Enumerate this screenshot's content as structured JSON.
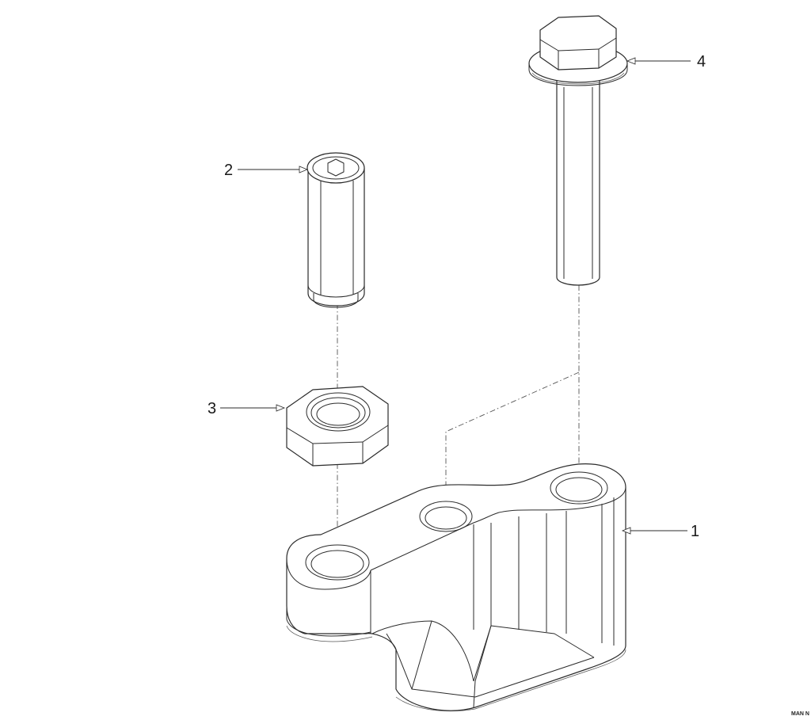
{
  "diagram": {
    "callouts": [
      {
        "id": "1",
        "label": "1"
      },
      {
        "id": "2",
        "label": "2"
      },
      {
        "id": "3",
        "label": "3"
      },
      {
        "id": "4",
        "label": "4"
      }
    ],
    "corner_text": "MAN N"
  },
  "colors": {
    "line": "#2b2b2b",
    "background": "#ffffff"
  }
}
